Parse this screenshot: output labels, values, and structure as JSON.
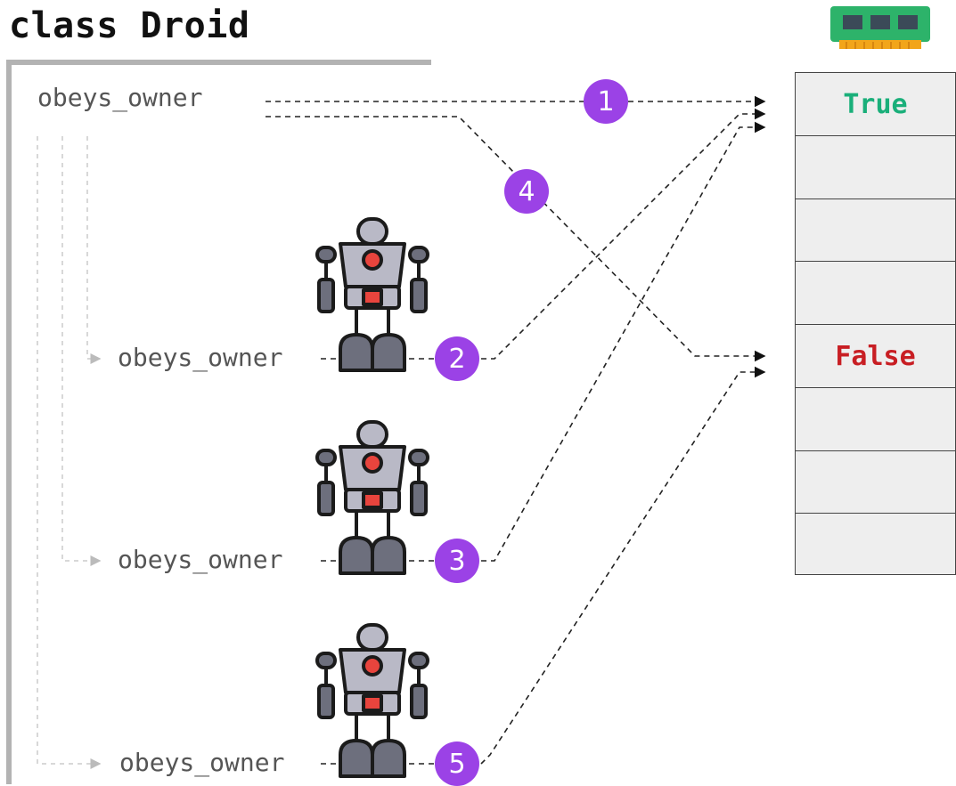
{
  "title": "class Droid",
  "class_attribute": {
    "label": "obeys_owner"
  },
  "instances": [
    {
      "label": "obeys_owner",
      "badge": "2"
    },
    {
      "label": "obeys_owner",
      "badge": "3"
    },
    {
      "label": "obeys_owner",
      "badge": "5"
    }
  ],
  "badges": {
    "one": "1",
    "four": "4"
  },
  "memory": {
    "cells": [
      {
        "value": "True",
        "color": "#1aaf7a"
      },
      {
        "value": ""
      },
      {
        "value": ""
      },
      {
        "value": ""
      },
      {
        "value": "False",
        "color": "#c81e23"
      },
      {
        "value": ""
      },
      {
        "value": ""
      },
      {
        "value": ""
      }
    ]
  },
  "colors": {
    "badge": "#9b42e6",
    "memory_fill": "#eeeeee",
    "chip": "#2db36a"
  },
  "icons": [
    "memory-chip-icon",
    "robot-icon"
  ]
}
